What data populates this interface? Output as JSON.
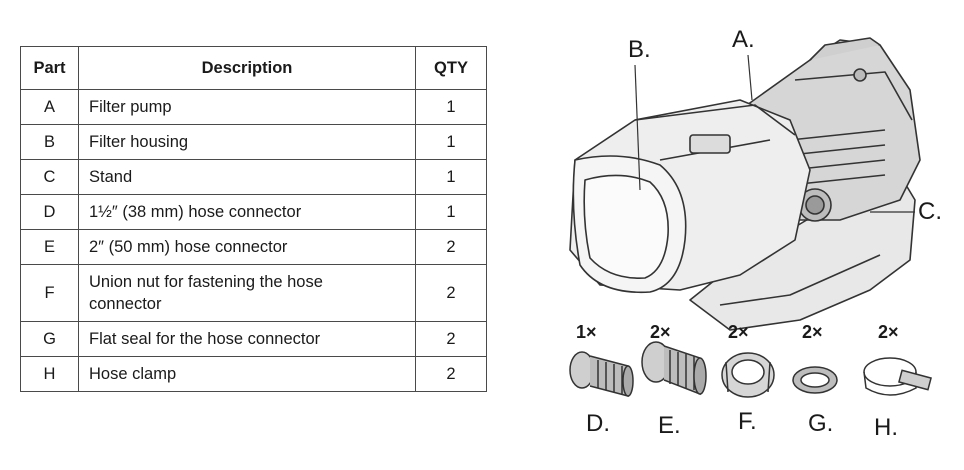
{
  "table": {
    "headers": {
      "part": "Part",
      "description": "Description",
      "qty": "QTY"
    },
    "rows": [
      {
        "part": "A",
        "description": "Filter pump",
        "qty": "1"
      },
      {
        "part": "B",
        "description": "Filter housing",
        "qty": "1"
      },
      {
        "part": "C",
        "description": "Stand",
        "qty": "1"
      },
      {
        "part": "D",
        "description": "1½″ (38 mm) hose connector",
        "qty": "1"
      },
      {
        "part": "E",
        "description": "2″ (50 mm) hose connector",
        "qty": "2"
      },
      {
        "part": "F",
        "description": "Union nut for fastening the hose",
        "description_line2": "connector",
        "qty": "2"
      },
      {
        "part": "G",
        "description": "Flat seal for the hose connector",
        "qty": "2"
      },
      {
        "part": "H",
        "description": "Hose clamp",
        "qty": "2"
      }
    ]
  },
  "illustration": {
    "callouts": {
      "a": "A.",
      "b": "B.",
      "c": "C."
    },
    "accessories": [
      {
        "qty": "1×",
        "letter": "D."
      },
      {
        "qty": "2×",
        "letter": "E."
      },
      {
        "qty": "2×",
        "letter": "F."
      },
      {
        "qty": "2×",
        "letter": "G."
      },
      {
        "qty": "2×",
        "letter": "H."
      }
    ]
  }
}
